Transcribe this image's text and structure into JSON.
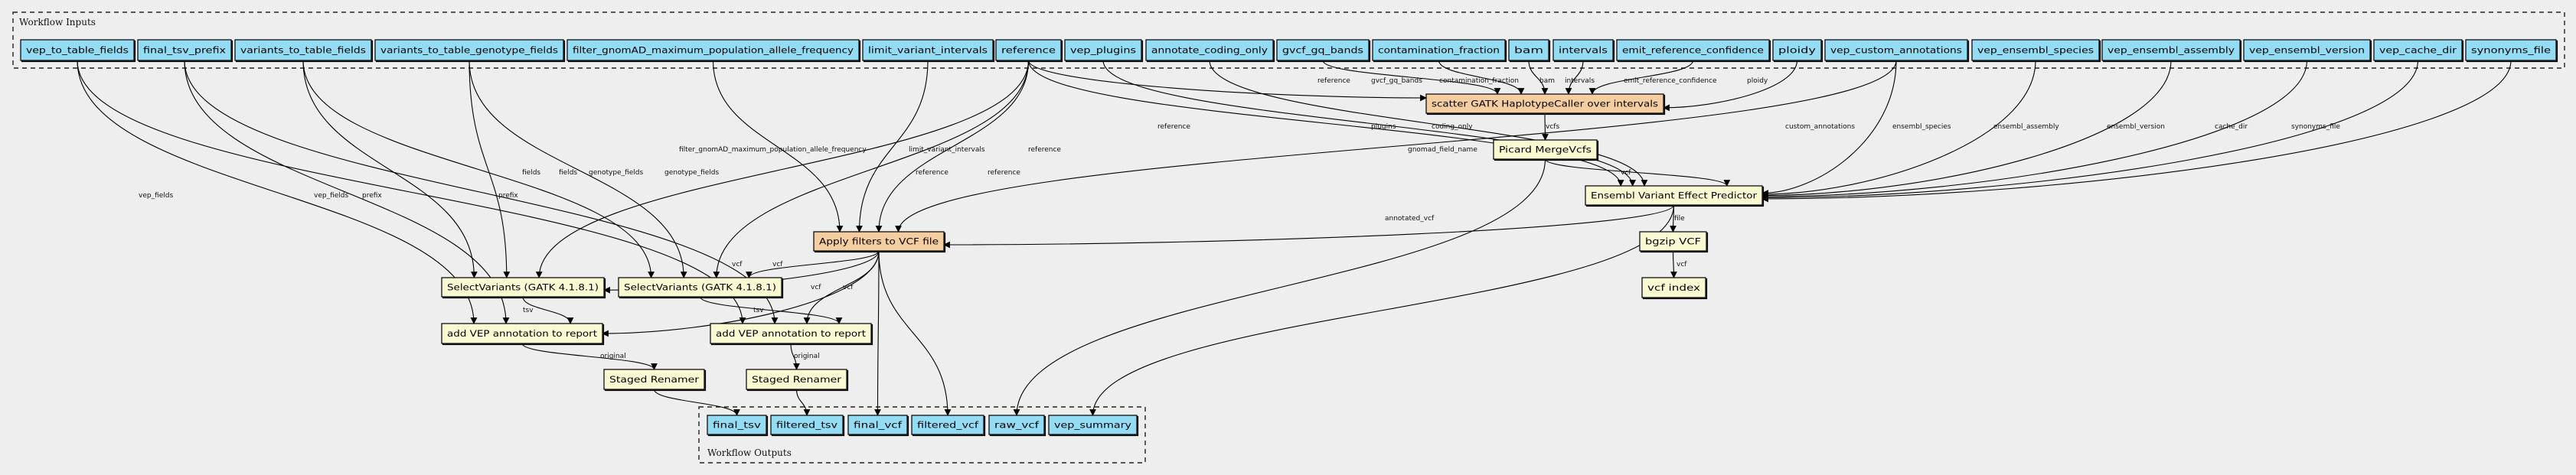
{
  "colors": {
    "background": "#eeeeee",
    "io": "#94dcf4",
    "step": "#fafad2",
    "scatter": "#f4cda0"
  },
  "clusters": {
    "inputs": "Workflow Inputs",
    "outputs": "Workflow Outputs"
  },
  "nodes": [
    {
      "id": "vep_to_table_fields",
      "label": "vep_to_table_fields",
      "kind": "io"
    },
    {
      "id": "final_tsv_prefix",
      "label": "final_tsv_prefix",
      "kind": "io"
    },
    {
      "id": "variants_to_table_fields",
      "label": "variants_to_table_fields",
      "kind": "io"
    },
    {
      "id": "variants_to_table_genotype_fields",
      "label": "variants_to_table_genotype_fields",
      "kind": "io"
    },
    {
      "id": "filter_gnomAD",
      "label": "filter_gnomAD_maximum_population_allele_frequency",
      "kind": "io"
    },
    {
      "id": "limit_variant_intervals",
      "label": "limit_variant_intervals",
      "kind": "io"
    },
    {
      "id": "reference",
      "label": "reference",
      "kind": "io"
    },
    {
      "id": "vep_plugins",
      "label": "vep_plugins",
      "kind": "io"
    },
    {
      "id": "annotate_coding_only",
      "label": "annotate_coding_only",
      "kind": "io"
    },
    {
      "id": "gvcf_gq_bands",
      "label": "gvcf_gq_bands",
      "kind": "io"
    },
    {
      "id": "contamination_fraction",
      "label": "contamination_fraction",
      "kind": "io"
    },
    {
      "id": "bam",
      "label": "bam",
      "kind": "io"
    },
    {
      "id": "intervals",
      "label": "intervals",
      "kind": "io"
    },
    {
      "id": "emit_reference_confidence",
      "label": "emit_reference_confidence",
      "kind": "io"
    },
    {
      "id": "ploidy",
      "label": "ploidy",
      "kind": "io"
    },
    {
      "id": "vep_custom_annotations",
      "label": "vep_custom_annotations",
      "kind": "io"
    },
    {
      "id": "vep_ensembl_species",
      "label": "vep_ensembl_species",
      "kind": "io"
    },
    {
      "id": "vep_ensembl_assembly",
      "label": "vep_ensembl_assembly",
      "kind": "io"
    },
    {
      "id": "vep_ensembl_version",
      "label": "vep_ensembl_version",
      "kind": "io"
    },
    {
      "id": "vep_cache_dir",
      "label": "vep_cache_dir",
      "kind": "io"
    },
    {
      "id": "synonyms_file",
      "label": "synonyms_file",
      "kind": "io"
    },
    {
      "id": "scatter",
      "label": "scatter GATK HaplotypeCaller over intervals",
      "kind": "scatter"
    },
    {
      "id": "picard",
      "label": "Picard MergeVcfs",
      "kind": "step"
    },
    {
      "id": "vep",
      "label": "Ensembl Variant Effect Predictor",
      "kind": "step"
    },
    {
      "id": "bgzip",
      "label": "bgzip VCF",
      "kind": "step"
    },
    {
      "id": "vcfindex",
      "label": "vcf index",
      "kind": "step"
    },
    {
      "id": "apply",
      "label": "Apply filters to VCF file",
      "kind": "scatter"
    },
    {
      "id": "sv1",
      "label": "SelectVariants (GATK 4.1.8.1)",
      "kind": "step"
    },
    {
      "id": "sv2",
      "label": "SelectVariants (GATK 4.1.8.1)",
      "kind": "step"
    },
    {
      "id": "add1",
      "label": "add VEP annotation to report",
      "kind": "step"
    },
    {
      "id": "add2",
      "label": "add VEP annotation to report",
      "kind": "step"
    },
    {
      "id": "ren1",
      "label": "Staged Renamer",
      "kind": "step"
    },
    {
      "id": "ren2",
      "label": "Staged Renamer",
      "kind": "step"
    },
    {
      "id": "final_tsv",
      "label": "final_tsv",
      "kind": "io"
    },
    {
      "id": "filtered_tsv",
      "label": "filtered_tsv",
      "kind": "io"
    },
    {
      "id": "final_vcf",
      "label": "final_vcf",
      "kind": "io"
    },
    {
      "id": "filtered_vcf",
      "label": "filtered_vcf",
      "kind": "io"
    },
    {
      "id": "raw_vcf",
      "label": "raw_vcf",
      "kind": "io"
    },
    {
      "id": "vep_summary",
      "label": "vep_summary",
      "kind": "io"
    }
  ],
  "edges": [
    {
      "from": "vep_to_table_fields",
      "to": "add1",
      "label": "vep_fields"
    },
    {
      "from": "vep_to_table_fields",
      "to": "add2",
      "label": "vep_fields"
    },
    {
      "from": "final_tsv_prefix",
      "to": "add1",
      "label": "prefix"
    },
    {
      "from": "final_tsv_prefix",
      "to": "add2",
      "label": "prefix"
    },
    {
      "from": "variants_to_table_fields",
      "to": "sv1",
      "label": "fields"
    },
    {
      "from": "variants_to_table_fields",
      "to": "sv2",
      "label": "fields"
    },
    {
      "from": "variants_to_table_genotype_fields",
      "to": "sv1",
      "label": "genotype_fields"
    },
    {
      "from": "variants_to_table_genotype_fields",
      "to": "sv2",
      "label": "genotype_fields"
    },
    {
      "from": "filter_gnomAD",
      "to": "apply",
      "label": "filter_gnomAD_maximum_population_allele_frequency"
    },
    {
      "from": "limit_variant_intervals",
      "to": "apply",
      "label": "limit_variant_intervals"
    },
    {
      "from": "reference",
      "to": "sv1",
      "label": "reference"
    },
    {
      "from": "reference",
      "to": "sv2",
      "label": "reference"
    },
    {
      "from": "reference",
      "to": "apply",
      "label": "reference"
    },
    {
      "from": "reference",
      "to": "scatter",
      "label": "reference"
    },
    {
      "from": "reference",
      "to": "vep",
      "label": "reference"
    },
    {
      "from": "vep_plugins",
      "to": "vep",
      "label": "plugins"
    },
    {
      "from": "annotate_coding_only",
      "to": "vep",
      "label": "coding_only"
    },
    {
      "from": "gvcf_gq_bands",
      "to": "scatter",
      "label": "gvcf_gq_bands"
    },
    {
      "from": "contamination_fraction",
      "to": "scatter",
      "label": "contamination_fraction"
    },
    {
      "from": "bam",
      "to": "scatter",
      "label": "bam"
    },
    {
      "from": "intervals",
      "to": "scatter",
      "label": "intervals"
    },
    {
      "from": "emit_reference_confidence",
      "to": "scatter",
      "label": "emit_reference_confidence"
    },
    {
      "from": "ploidy",
      "to": "scatter",
      "label": "ploidy"
    },
    {
      "from": "vep_custom_annotations",
      "to": "vep",
      "label": "custom_annotations"
    },
    {
      "from": "vep_custom_annotations",
      "to": "apply",
      "label": "gnomad_field_name"
    },
    {
      "from": "vep_ensembl_species",
      "to": "vep",
      "label": "ensembl_species"
    },
    {
      "from": "vep_ensembl_assembly",
      "to": "vep",
      "label": "ensembl_assembly"
    },
    {
      "from": "vep_ensembl_version",
      "to": "vep",
      "label": "ensembl_version"
    },
    {
      "from": "vep_cache_dir",
      "to": "vep",
      "label": "cache_dir"
    },
    {
      "from": "synonyms_file",
      "to": "vep",
      "label": "synonyms_file"
    },
    {
      "from": "scatter",
      "to": "picard",
      "label": "vcfs"
    },
    {
      "from": "picard",
      "to": "vep",
      "label": "vcf"
    },
    {
      "from": "picard",
      "to": "raw_vcf",
      "label": ""
    },
    {
      "from": "vep",
      "to": "apply",
      "label": "annotated_vcf"
    },
    {
      "from": "vep",
      "to": "bgzip",
      "label": "file"
    },
    {
      "from": "vep",
      "to": "vep_summary",
      "label": ""
    },
    {
      "from": "bgzip",
      "to": "vcfindex",
      "label": "vcf"
    },
    {
      "from": "apply",
      "to": "sv1",
      "label": "vcf"
    },
    {
      "from": "apply",
      "to": "sv2",
      "label": "vcf"
    },
    {
      "from": "apply",
      "to": "add1",
      "label": "vcf"
    },
    {
      "from": "apply",
      "to": "add2",
      "label": "vcf"
    },
    {
      "from": "apply",
      "to": "final_vcf",
      "label": ""
    },
    {
      "from": "apply",
      "to": "filtered_vcf",
      "label": ""
    },
    {
      "from": "sv1",
      "to": "add1",
      "label": "tsv"
    },
    {
      "from": "sv2",
      "to": "add2",
      "label": "tsv"
    },
    {
      "from": "add1",
      "to": "ren1",
      "label": "original"
    },
    {
      "from": "add2",
      "to": "ren2",
      "label": "original"
    },
    {
      "from": "ren1",
      "to": "final_tsv",
      "label": ""
    },
    {
      "from": "ren2",
      "to": "filtered_tsv",
      "label": ""
    }
  ]
}
